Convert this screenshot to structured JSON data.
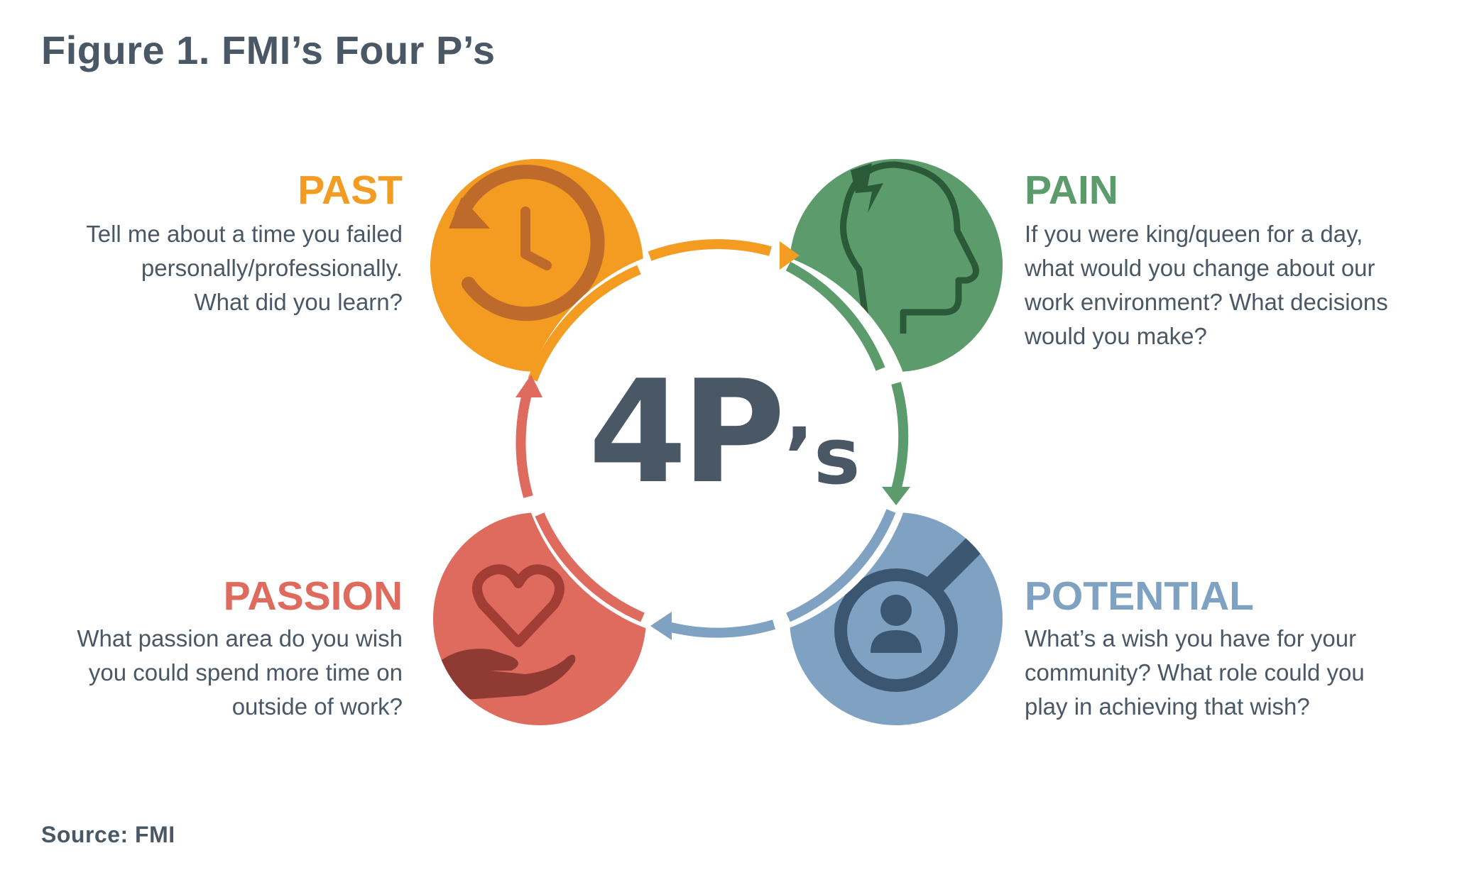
{
  "figure_title": "Figure 1. FMI’s Four P’s",
  "source": "Source: FMI",
  "center": {
    "main": "4P",
    "suffix": "’s"
  },
  "colors": {
    "text": "#4a5866",
    "past": "#f39c21",
    "pain": "#5c9b6c",
    "potential": "#7fa2c2",
    "passion": "#de6b5e"
  },
  "quadrants": {
    "past": {
      "title": "PAST",
      "description": "Tell me about a time you failed\npersonally/professionally.\nWhat did you learn?",
      "icon": "clock-rewind-icon"
    },
    "pain": {
      "title": "PAIN",
      "description": "If you were king/queen for a day,\nwhat would you change about our\nwork environment? What decisions\nwould you make?",
      "icon": "head-lightning-icon"
    },
    "potential": {
      "title": "POTENTIAL",
      "description": "What’s a wish you have for your\ncommunity? What role could you\nplay in achieving that wish?",
      "icon": "magnifier-person-icon"
    },
    "passion": {
      "title": "PASSION",
      "description": "What passion area do you wish\nyou could spend more time on\noutside of work?",
      "icon": "heart-hand-icon"
    }
  }
}
